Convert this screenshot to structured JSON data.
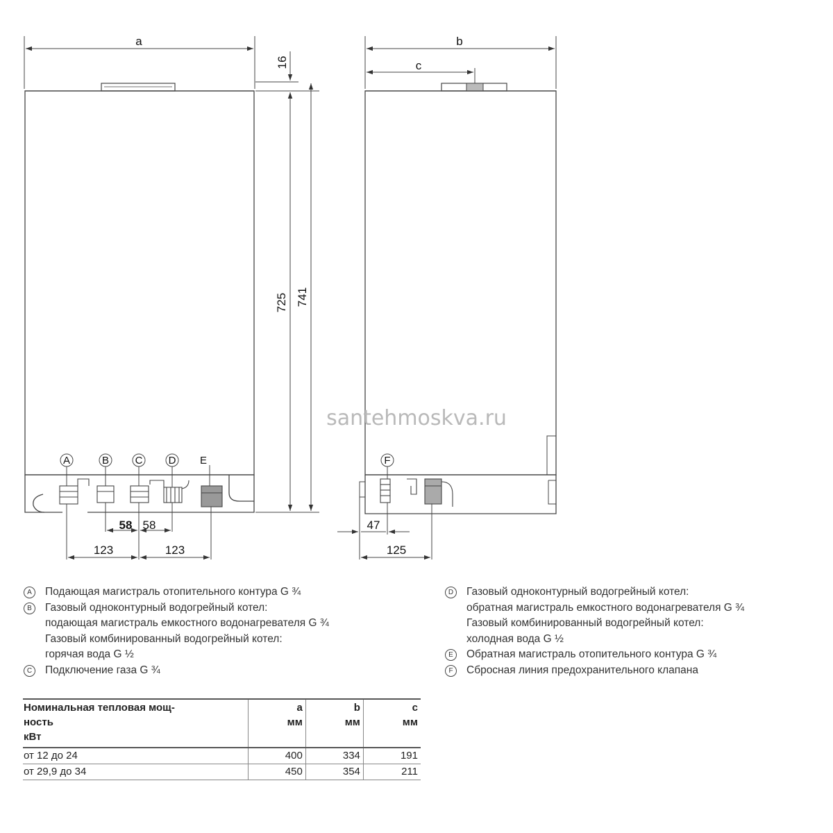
{
  "front_view": {
    "width_label": "a",
    "top_offset": "16",
    "height_body": "725",
    "height_total": "741",
    "ports": [
      "A",
      "B",
      "C",
      "D",
      "E"
    ],
    "spacing_inner_left": "58",
    "spacing_inner_right": "58",
    "spacing_outer_left": "123",
    "spacing_outer_right": "123"
  },
  "side_view": {
    "width_label": "b",
    "depth_label": "c",
    "port": "F",
    "offset_small": "47",
    "offset_large": "125"
  },
  "watermark": "santehmoskva.ru",
  "legend": {
    "left": [
      {
        "id": "A",
        "lines": [
          "Подающая магистраль отопительного контура G ¾"
        ]
      },
      {
        "id": "B",
        "lines": [
          "Газовый одноконтурный водогрейный котел:",
          "подающая магистраль емкостного водонагревателя G ¾",
          "Газовый комбинированный водогрейный котел:",
          "горячая вода G ½"
        ]
      },
      {
        "id": "C",
        "lines": [
          "Подключение газа G ¾"
        ]
      }
    ],
    "right": [
      {
        "id": "D",
        "lines": [
          "Газовый одноконтурный водогрейный котел:",
          "обратная магистраль емкостного водонагревателя G ¾",
          "Газовый комбинированный водогрейный котел:",
          "холодная вода G ½"
        ]
      },
      {
        "id": "E",
        "lines": [
          "Обратная магистраль отопительного контура G ¾"
        ]
      },
      {
        "id": "F",
        "lines": [
          "Сбросная линия предохранительного клапана"
        ]
      }
    ]
  },
  "table": {
    "header": {
      "power_lines": [
        "Номинальная тепловая мощ-",
        "ность",
        "кВт"
      ],
      "a": [
        "a",
        "мм"
      ],
      "b": [
        "b",
        "мм"
      ],
      "c": [
        "c",
        "мм"
      ]
    },
    "rows": [
      {
        "power": "от 12 до 24",
        "a": "400",
        "b": "334",
        "c": "191"
      },
      {
        "power": "от 29,9 до 34",
        "a": "450",
        "b": "354",
        "c": "211"
      }
    ]
  }
}
